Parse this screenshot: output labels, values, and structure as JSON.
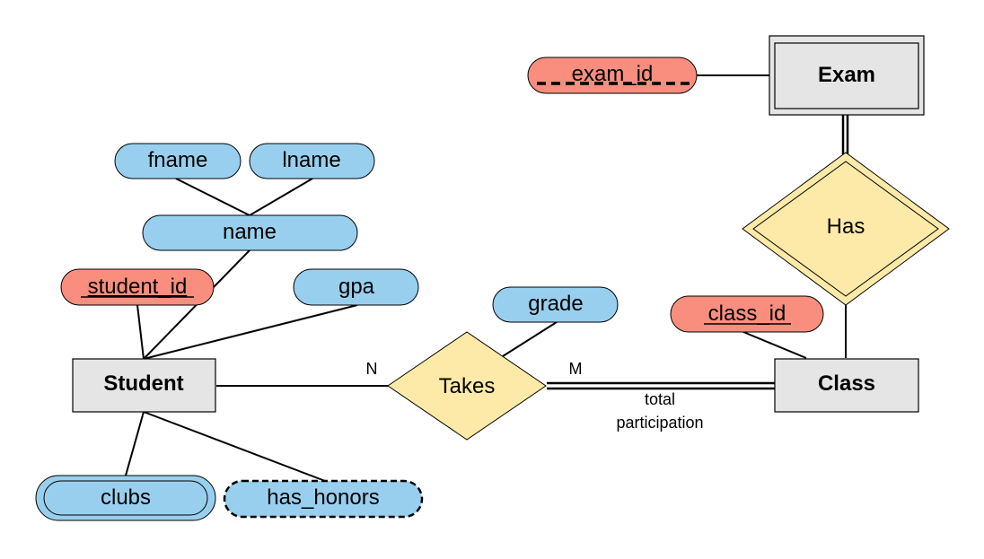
{
  "colors": {
    "entity": "#e5e5e5",
    "relationship": "#fdeaa8",
    "attribute": "#99cfee",
    "key_attribute": "#f98e7e",
    "stroke": "#000000"
  },
  "entities": {
    "student": "Student",
    "class": "Class",
    "exam": "Exam"
  },
  "relationships": {
    "takes": "Takes",
    "has": "Has"
  },
  "attributes": {
    "fname": "fname",
    "lname": "lname",
    "name": "name",
    "student_id": "student_id",
    "gpa": "gpa",
    "clubs": "clubs",
    "has_honors": "has_honors",
    "grade": "grade",
    "class_id": "class_id",
    "exam_id": "exam_id"
  },
  "cardinality": {
    "n": "N",
    "m": "M"
  },
  "annotations": {
    "total_line1": "total",
    "total_line2": "participation"
  }
}
